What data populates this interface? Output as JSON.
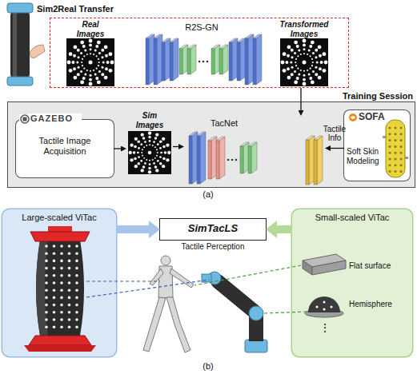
{
  "diagram": {
    "nodes": [
      {
        "text": [
          "Sim2Real Transfer"
        ]
      },
      {
        "text": [
          "Real Images"
        ],
        "in": 0
      },
      {
        "text": [
          "R2S-GN"
        ],
        "in": 0
      },
      {
        "text": [
          "Transformed Images"
        ],
        "in": 0
      },
      {
        "text": [
          "Training Session"
        ]
      },
      {
        "text": [
          "GAZEBO",
          "Tactile Image Acquisition"
        ],
        "in": 4
      },
      {
        "text": [
          "Sim Images"
        ],
        "in": 4
      },
      {
        "text": [
          "TacNet"
        ],
        "in": 4
      },
      {
        "text": [
          "SOFA",
          "Soft Skin Modeling"
        ],
        "in": 4
      },
      {
        "text": [
          "SimTacLS"
        ]
      },
      {
        "text": [
          "Large-scaled ViTac"
        ]
      },
      {
        "text": [
          "Small-scaled ViTac"
        ]
      }
    ],
    "edges": [
      {
        "from": 3,
        "to": 7,
        "arrow": "to"
      },
      {
        "from": 5,
        "to": 6,
        "arrow": "to"
      },
      {
        "from": 6,
        "to": 7,
        "arrow": "to"
      },
      {
        "from": 8,
        "to": 7,
        "label": "Tactile Info",
        "arrow": "to"
      },
      {
        "from": 10,
        "to": 9,
        "arrow": "to"
      },
      {
        "from": 11,
        "to": 9,
        "arrow": "to"
      }
    ],
    "labels": [
      "(a)",
      "Tactile Perception",
      "Flat surface",
      "Hemisphere",
      "⋮",
      "(b)"
    ]
  }
}
